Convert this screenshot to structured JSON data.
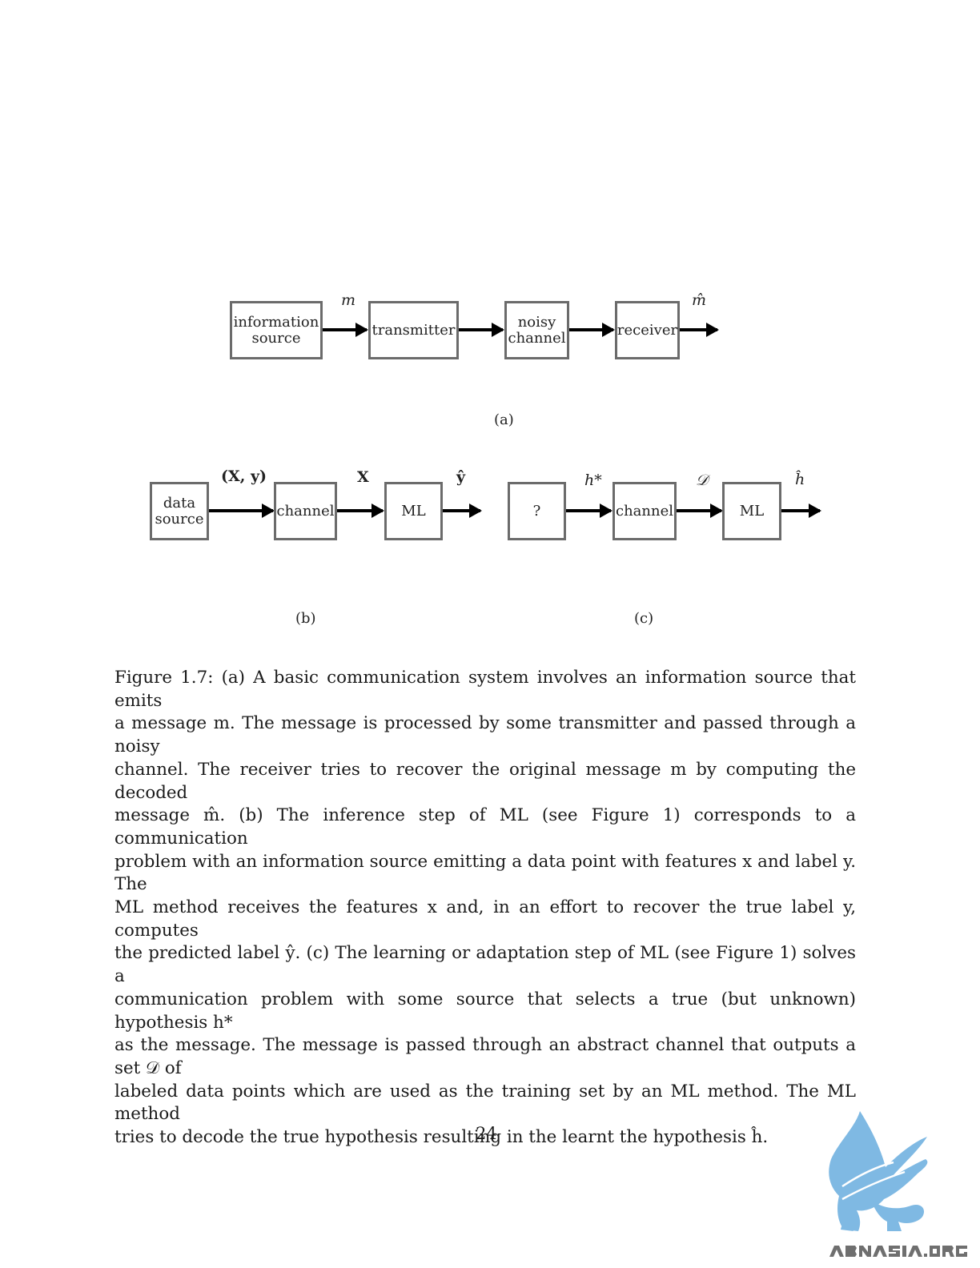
{
  "figure": {
    "a": {
      "boxes": [
        "information\nsource",
        "transmitter",
        "noisy\nchannel",
        "receiver"
      ],
      "signals": [
        "m",
        "m̂"
      ],
      "label": "(a)"
    },
    "b": {
      "boxes": [
        "data\nsource",
        "channel",
        "ML"
      ],
      "signals": [
        "(X, y)",
        "X",
        "ŷ"
      ],
      "label": "(b)"
    },
    "c": {
      "boxes": [
        "?",
        "channel",
        "ML"
      ],
      "signals": [
        "h*",
        "𝒟",
        "ĥ"
      ],
      "label": "(c)"
    }
  },
  "caption": {
    "line1": "Figure 1.7: (a) A basic communication system involves an information source that emits",
    "line2": "a message m. The message is processed by some transmitter and passed through a noisy",
    "line3": "channel. The receiver tries to recover the original message m by computing the decoded",
    "line4": "message m̂. (b) The inference step of ML (see Figure 1) corresponds to a communication",
    "line5": "problem with an information source emitting a data point with features x and label y. The",
    "line6": "ML method receives the features x and, in an effort to recover the true label y, computes",
    "line7": "the predicted label ŷ. (c) The learning or adaptation step of ML (see Figure 1) solves a",
    "line8": "communication problem with some source that selects a true (but unknown) hypothesis h*",
    "line9": "as the message. The message is passed through an abstract channel that outputs a set 𝒟 of",
    "line10": "labeled data points which are used as the training set by an ML method. The ML method",
    "line11": "tries to decode the true hypothesis resulting in the learnt the hypothesis ĥ."
  },
  "page_number": "24",
  "watermark": {
    "text": "ABNASIA.ORG",
    "color": "#7fb9e3"
  }
}
